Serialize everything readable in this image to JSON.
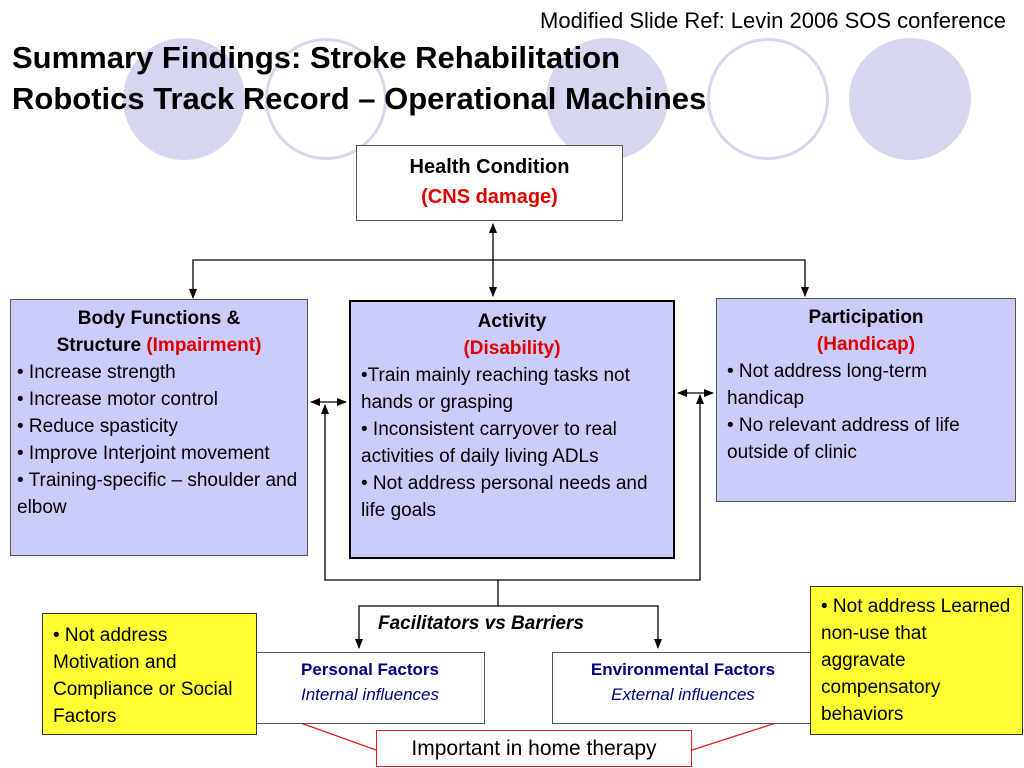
{
  "header": {
    "reference": "Modified Slide Ref: Levin 2006 SOS conference",
    "title_line1": "Summary Findings: Stroke Rehabilitation",
    "title_line2": "Robotics Track Record – Operational Machines"
  },
  "health_condition": {
    "title": "Health Condition",
    "subtitle": "(CNS damage)"
  },
  "body_functions": {
    "title_line1": "Body Functions &",
    "title_line2": "Structure",
    "subtitle": "(Impairment)",
    "bullets": [
      "• Increase strength",
      "• Increase motor control",
      "• Reduce spasticity",
      "• Improve Interjoint movement",
      "• Training-specific – shoulder and elbow"
    ]
  },
  "activity": {
    "title": "Activity",
    "subtitle": "(Disability)",
    "bullets": [
      "•Train mainly reaching tasks not hands or grasping",
      "• Inconsistent carryover to real activities of daily living ADLs",
      "• Not address personal needs and life goals"
    ]
  },
  "participation": {
    "title": "Participation",
    "subtitle": "(Handicap)",
    "bullets": [
      "• Not address long-term handicap",
      "• No relevant address of life outside of clinic"
    ]
  },
  "facilitators": "Facilitators vs Barriers",
  "personal_factors": {
    "title": "Personal Factors",
    "subtitle": "Internal influences"
  },
  "environmental_factors": {
    "title": "Environmental Factors",
    "subtitle": "External influences"
  },
  "note_left": "• Not address Motivation and Compliance or Social Factors",
  "note_right": "• Not address Learned non-use that aggravate compensatory behaviors",
  "home_therapy": "Important in home therapy",
  "colors": {
    "box_fill": "#ccccfa",
    "highlight_red": "#e00000",
    "note_yellow": "#ffff33",
    "navy": "#000080"
  }
}
